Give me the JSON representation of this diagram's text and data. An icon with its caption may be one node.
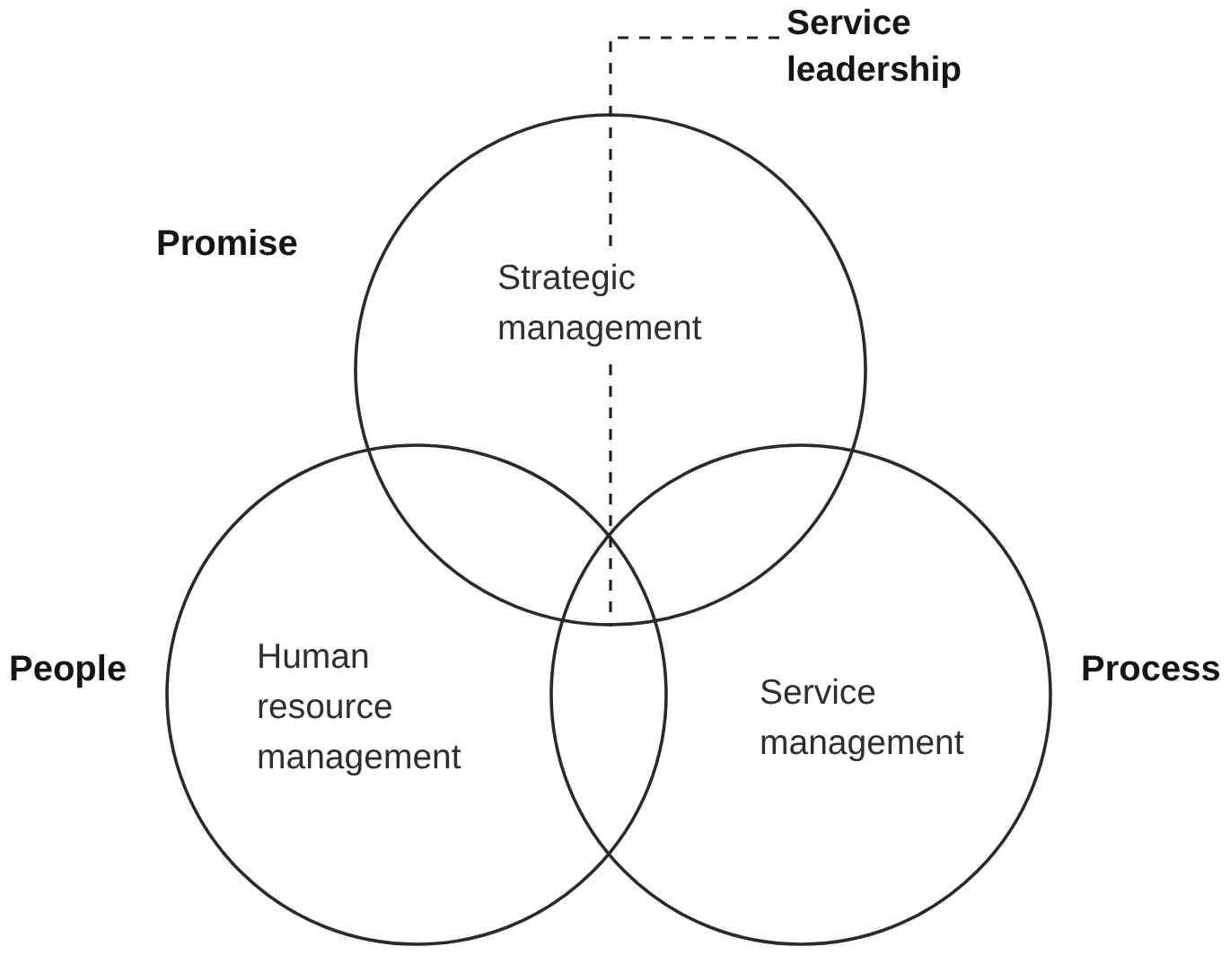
{
  "diagram": {
    "nodes": [
      {
        "text": [
          "Service leadership"
        ]
      },
      {
        "text": [
          "Strategic management"
        ],
        "beside": [
          "Promise"
        ]
      },
      {
        "text": [
          "Human resource management"
        ],
        "beside": [
          "People"
        ]
      },
      {
        "text": [
          "Service management"
        ],
        "beside": [
          "Process"
        ]
      }
    ],
    "edges": [
      {
        "from": 0,
        "to": 1,
        "arrow": "none",
        "style": "dashed"
      }
    ]
  }
}
